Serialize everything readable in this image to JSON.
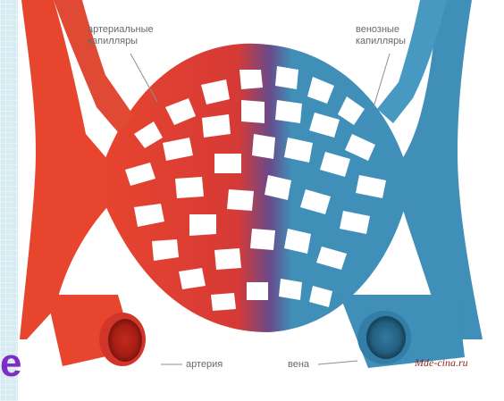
{
  "labels": {
    "arterial_capillaries": [
      "артериальные",
      "капилляры"
    ],
    "venous_capillaries": [
      "венозные",
      "капилляры"
    ],
    "artery": "артерия",
    "vein": "вена"
  },
  "watermark": "Mde-cina.ru",
  "edge_fragment": "e",
  "colors": {
    "artery": "#e8452e",
    "artery_dark": "#b8281c",
    "vein": "#3f8fb8",
    "vein_dark": "#24607f",
    "mix": "#8a3a78",
    "fragment": "#7d2ec4",
    "background": "#d6ecf2"
  }
}
